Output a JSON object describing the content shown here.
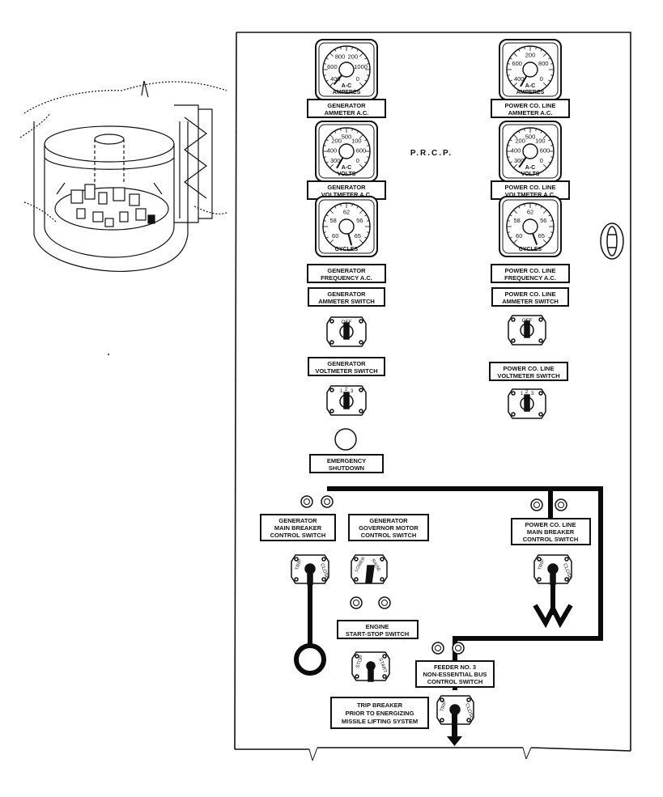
{
  "panel": {
    "title": "P.R.C.P.",
    "gauges": [
      {
        "id": "gen-ammeter",
        "ticks": [
          "400",
          "600",
          "800",
          "200",
          "1000",
          "0"
        ],
        "small_label": "A-C",
        "unit": "AMPERES",
        "label": [
          "GENERATOR",
          "AMMETER A.C."
        ]
      },
      {
        "id": "pwr-ammeter",
        "ticks": [
          "400",
          "600",
          "200",
          "800",
          "0"
        ],
        "small_label": "A-C",
        "unit": "AMPERES",
        "label": [
          "POWER CO. LINE",
          "AMMETER A.C."
        ]
      },
      {
        "id": "gen-voltmeter",
        "ticks": [
          "300",
          "400",
          "200",
          "500",
          "100",
          "600",
          "0"
        ],
        "small_label": "A-C",
        "unit": "VOLTS",
        "label": [
          "GENERATOR",
          "VOLTMETER A.C."
        ]
      },
      {
        "id": "pwr-voltmeter",
        "ticks": [
          "300",
          "400",
          "200",
          "500",
          "100",
          "600",
          "0"
        ],
        "small_label": "A-C",
        "unit": "VOLTS",
        "label": [
          "POWER CO. LINE",
          "VOLTMETER A.C."
        ]
      },
      {
        "id": "gen-frequency",
        "ticks": [
          "60",
          "58",
          "62",
          "56",
          "65"
        ],
        "small_label": "",
        "unit": "CYCLES",
        "label": [
          "GENERATOR",
          "FREQUENCY A.C."
        ]
      },
      {
        "id": "pwr-frequency",
        "ticks": [
          "60",
          "58",
          "62",
          "56",
          "65"
        ],
        "small_label": "",
        "unit": "CYCLES",
        "label": [
          "POWER CO. LINE",
          "FREQUENCY A.C."
        ]
      }
    ],
    "switch_labels": {
      "gen_ammeter_switch": [
        "GENERATOR",
        "AMMETER SWITCH"
      ],
      "pwr_ammeter_switch": [
        "POWER CO. LINE",
        "AMMETER SWITCH"
      ],
      "gen_voltmeter_switch": [
        "GENERATOR",
        "VOLTMETER SWITCH"
      ],
      "pwr_voltmeter_switch": [
        "POWER CO. LINE",
        "VOLTMETER SWITCH"
      ],
      "emergency_shutdown": [
        "EMERGENCY",
        "SHUTDOWN"
      ],
      "gen_main_breaker": [
        "GENERATOR",
        "MAIN BREAKER",
        "CONTROL SWITCH"
      ],
      "gen_governor": [
        "GENERATOR",
        "GOVERNOR MOTOR",
        "CONTROL SWITCH"
      ],
      "pwr_main_breaker": [
        "POWER CO. LINE",
        "MAIN BREAKER",
        "CONTROL SWITCH"
      ],
      "engine_start_stop": [
        "ENGINE",
        "START-STOP SWITCH"
      ],
      "feeder": [
        "FEEDER NO. 3",
        "NON-ESSENTIAL BUS",
        "CONTROL SWITCH"
      ],
      "trip_breaker_note": [
        "TRIP BREAKER",
        "PRIOR TO ENERGIZING",
        "MISSILE LIFTING SYSTEM"
      ]
    },
    "knob_text": {
      "off": "OFF",
      "one": "1",
      "two": "2",
      "three": "3",
      "trip": "TRIP",
      "close": "CLOSE",
      "lower": "LOWER",
      "raise": "RAISE",
      "stop": "STOP",
      "start": "START"
    },
    "colors": {
      "ink": "#111111",
      "paper": "#ffffff",
      "bus": "#0a0a0a"
    }
  }
}
